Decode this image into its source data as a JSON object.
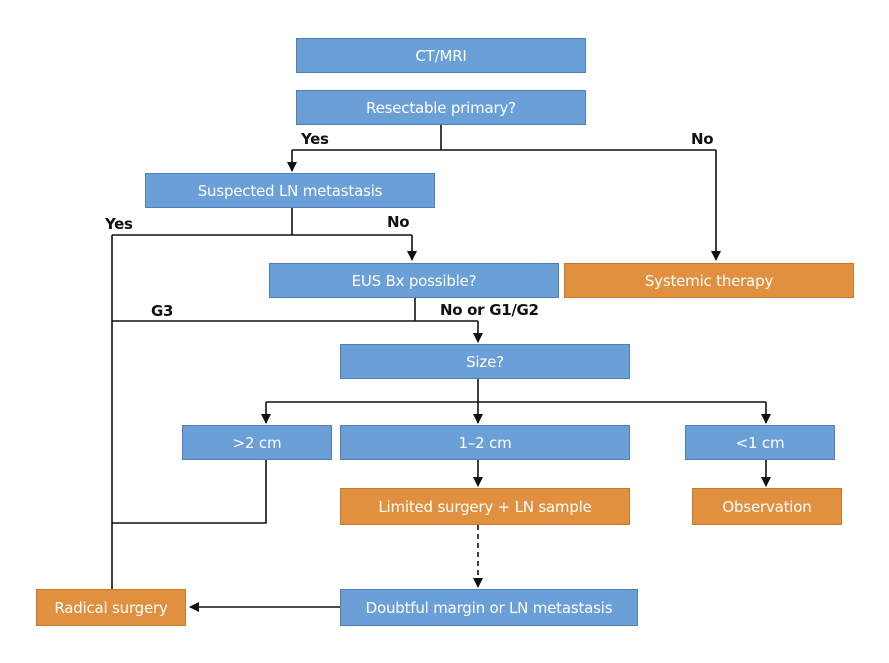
{
  "nodes": {
    "ct_mri": "CT/MRI",
    "resectable": "Resectable primary?",
    "suspected_ln": "Suspected LN metastasis",
    "eus_bx": "EUS Bx possible?",
    "systemic": "Systemic therapy",
    "size": "Size?",
    "gt2": ">2 cm",
    "one_two": "1–2 cm",
    "lt1": "<1 cm",
    "limited_surgery": "Limited surgery + LN sample",
    "observation": "Observation",
    "radical": "Radical surgery",
    "doubtful": "Doubtful margin or LN metastasis"
  },
  "edge_labels": {
    "resectable_yes": "Yes",
    "resectable_no": "No",
    "ln_yes": "Yes",
    "ln_no": "No",
    "g3": "G3",
    "no_or_g1g2": "No or G1/G2"
  },
  "colors": {
    "decision_fill": "#6a9fd8",
    "outcome_fill": "#e0903f",
    "connector": "#111111"
  }
}
